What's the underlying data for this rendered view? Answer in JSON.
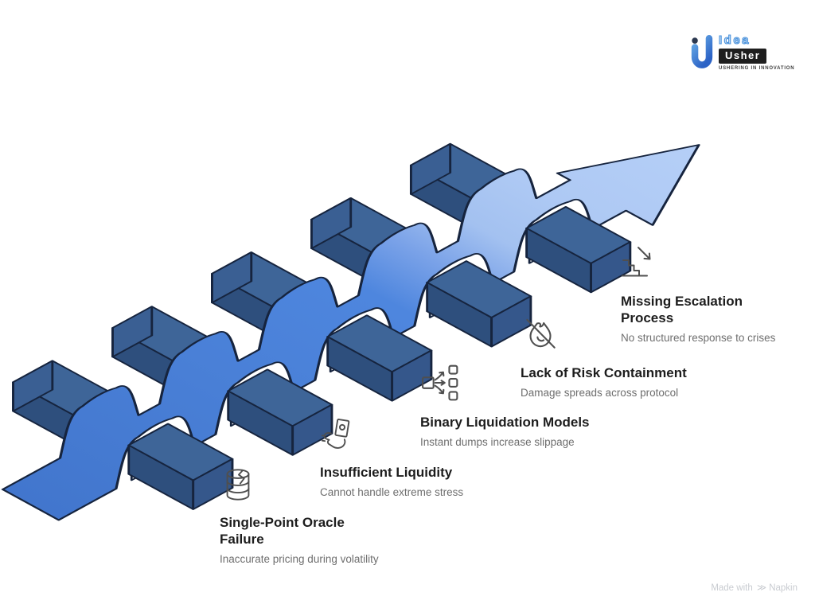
{
  "logo": {
    "brand_top": "Idea",
    "brand_bottom": "Usher",
    "tagline": "USHERING IN INNOVATION"
  },
  "steps": [
    {
      "icon": "cracked-database-icon",
      "title": "Single-Point Oracle Failure",
      "subtitle": "Inaccurate pricing during volatility"
    },
    {
      "icon": "cash-grab-icon",
      "title": "Insufficient Liquidity",
      "subtitle": "Cannot handle extreme stress"
    },
    {
      "icon": "split-distribution-icon",
      "title": "Binary Liquidation Models",
      "subtitle": "Instant dumps increase slippage"
    },
    {
      "icon": "fire-off-icon",
      "title": "Lack of Risk Containment",
      "subtitle": "Damage spreads across protocol"
    },
    {
      "icon": "stairs-down-icon",
      "title": "Missing Escalation Process",
      "subtitle": "No structured response to crises"
    }
  ],
  "footer": {
    "made_with": "Made with",
    "brand": "Napkin"
  },
  "colors": {
    "outline": "#16243e",
    "beam_top": "#3e6598",
    "beam_side": "#2e4f7d",
    "beam_cap_nw": "#3a5f93",
    "beam_cap_se": "#35578b",
    "logo_accent": "#4a92dc",
    "ribbon_stops": [
      "#4276cd",
      "#497fd6",
      "#4e86de",
      "#7aa2e8",
      "#a3c1f0",
      "#aec9f4",
      "#b5cff7"
    ]
  }
}
